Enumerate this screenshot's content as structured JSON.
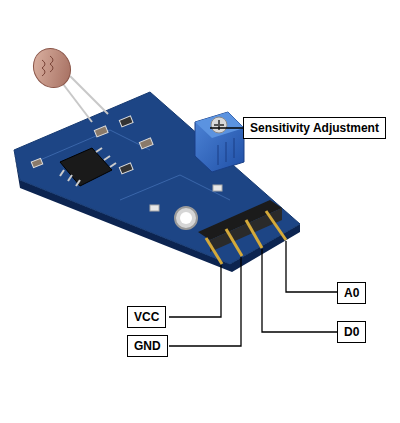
{
  "diagram": {
    "nodes": [
      {
        "text": [
          "Sensitivity Adjustment"
        ]
      },
      {
        "text": [
          "A0"
        ]
      },
      {
        "text": [
          "VCC"
        ]
      },
      {
        "text": [
          "D0"
        ]
      },
      {
        "text": [
          "GND"
        ]
      }
    ]
  }
}
